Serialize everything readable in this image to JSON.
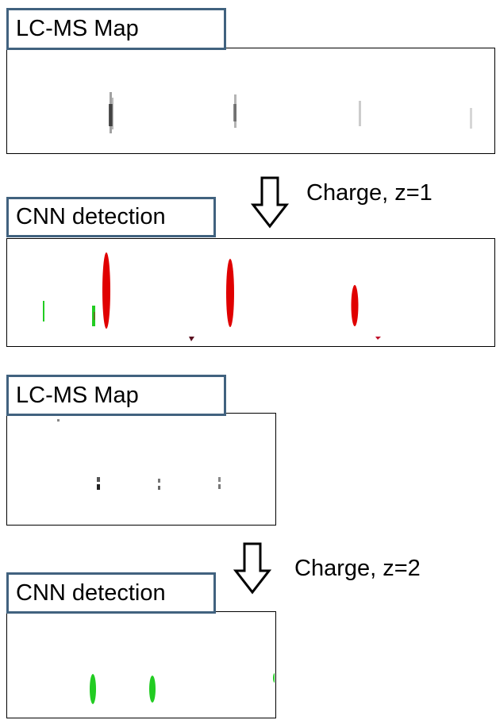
{
  "sections": [
    {
      "map_label": "LC-MS Map",
      "detect_label": "CNN detection",
      "charge_label": "Charge, z=1"
    },
    {
      "map_label": "LC-MS Map",
      "detect_label": "CNN detection",
      "charge_label": "Charge, z=2"
    }
  ],
  "colors": {
    "label_border": "#41627f",
    "panel_border": "#000000",
    "charge1_detection": "#e00000",
    "charge2_detection": "#22cc22",
    "dark_marker": "#5a1020"
  },
  "icons": {
    "flow_arrow": "down-arrow-icon"
  }
}
